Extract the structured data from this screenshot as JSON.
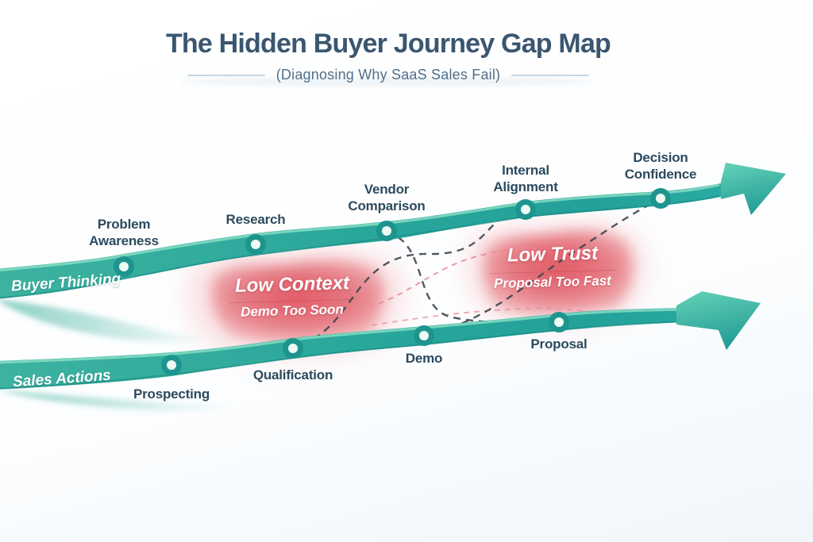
{
  "title": "The Hidden Buyer Journey Gap Map",
  "subtitle": "(Diagnosing Why SaaS Sales Fail)",
  "buyer_track": {
    "label": "Buyer Thinking",
    "stages": [
      {
        "label": "Problem Awareness"
      },
      {
        "label": "Research"
      },
      {
        "label": "Vendor Comparison"
      },
      {
        "label": "Internal Alignment"
      },
      {
        "label": "Decision Confidence"
      }
    ]
  },
  "sales_track": {
    "label": "Sales Actions",
    "stages": [
      {
        "label": "Prospecting"
      },
      {
        "label": "Qualification"
      },
      {
        "label": "Demo"
      },
      {
        "label": "Proposal"
      }
    ]
  },
  "gaps": [
    {
      "title": "Low Context",
      "subtitle": "Demo Too Soon"
    },
    {
      "title": "Low Trust",
      "subtitle": "Proposal Too Fast"
    }
  ],
  "icons": {
    "buyer_arrowhead": "arrow-right",
    "sales_arrowhead": "arrow-right"
  },
  "colors": {
    "teal": "#2aa79b",
    "teal_light": "#6fd2b8",
    "teal_dark": "#1d9792",
    "gap_red": "#e0505c",
    "title_text": "#3a5670",
    "label_text": "#2c4a5e",
    "subtitle_text": "#50708a",
    "gap_text": "#ffffff"
  }
}
